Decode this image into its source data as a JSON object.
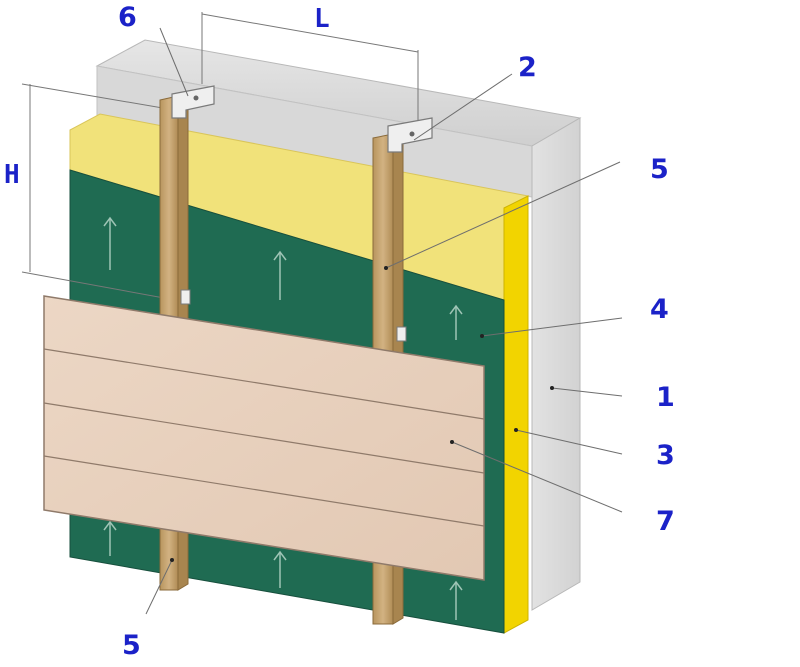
{
  "dimensions": {
    "height": "H",
    "spacing": "L"
  },
  "callouts": {
    "c1": "1",
    "c2": "2",
    "c3": "3",
    "c4": "4",
    "c5_top": "5",
    "c5_bottom": "5",
    "c6": "6",
    "c7": "7"
  },
  "colors": {
    "wall": "#dcdcdc",
    "insulation": "#f1e27a",
    "membrane": "#1f6b52",
    "batten": "#c9a873",
    "siding": "#e7d0bd",
    "callout_text": "#1b22c8"
  },
  "icons": [
    "mounting-bracket-icon",
    "airflow-arrow-icon"
  ]
}
